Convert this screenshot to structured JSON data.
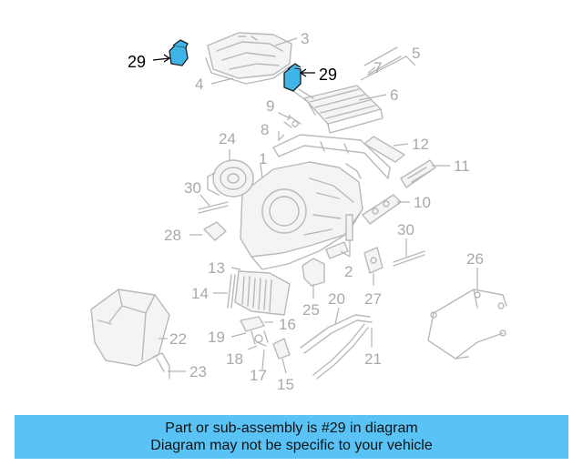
{
  "callouts": {
    "c1": "1",
    "c2": "2",
    "c3": "3",
    "c4": "4",
    "c5": "5",
    "c6": "6",
    "c7": "7",
    "c8": "8",
    "c9": "9",
    "c10": "10",
    "c11": "11",
    "c12": "12",
    "c13": "13",
    "c14": "14",
    "c15": "15",
    "c16": "16",
    "c17": "17",
    "c18": "18",
    "c19": "19",
    "c20": "20",
    "c21": "21",
    "c22": "22",
    "c23": "23",
    "c24": "24",
    "c25": "25",
    "c26": "26",
    "c27": "27",
    "c28": "28",
    "c30a": "30",
    "c30b": "30",
    "c29a": "29",
    "c29b": "29"
  },
  "highlight_color": "#3fb4e6",
  "banner": {
    "line1": "Part or sub-assembly is #29 in diagram",
    "line2": "Diagram may not be specific to your vehicle",
    "background": "#59c3f5"
  }
}
